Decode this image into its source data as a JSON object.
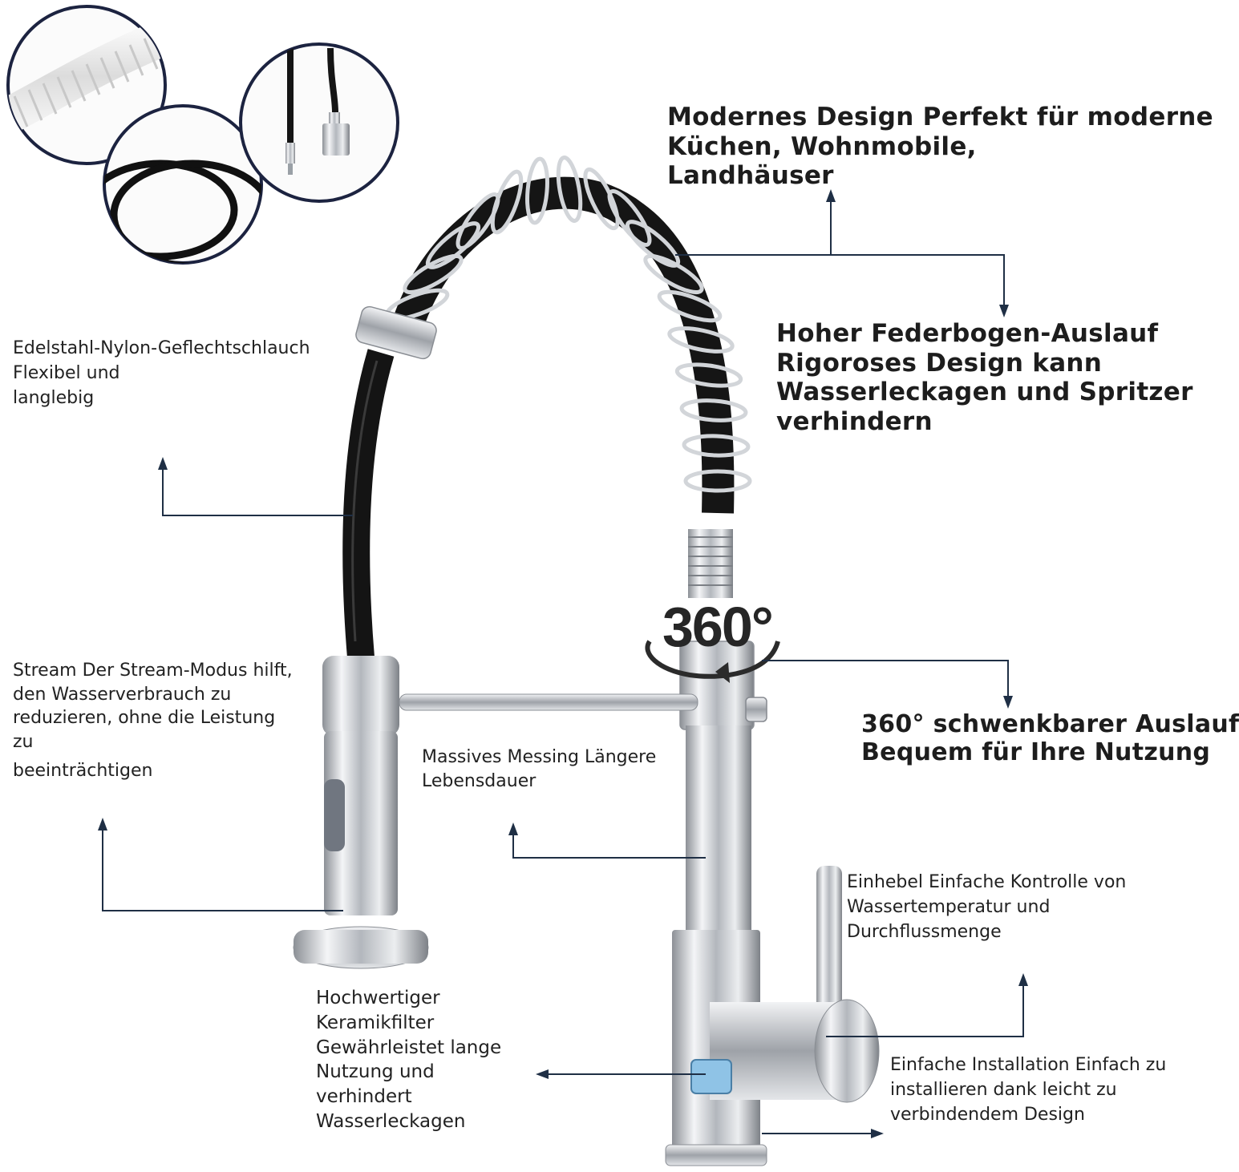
{
  "badge_360": "360°",
  "features": {
    "design": [
      "Modernes Design Perfekt für moderne",
      "Küchen, Wohnmobile,",
      "Landhäuser"
    ],
    "spout": [
      "Hoher Federbogen-Auslauf",
      "Rigoroses Design kann",
      "Wasserleckagen und Spritzer",
      "verhindern"
    ],
    "hose": [
      "Edelstahl-Nylon-Geflechtschlauch",
      "Flexibel und",
      "langlebig"
    ],
    "stream": [
      "Stream Der Stream-Modus hilft,",
      "den Wasserverbrauch zu",
      "reduzieren, ohne die Leistung",
      "zu",
      "beeinträchtigen"
    ],
    "brass": [
      "Massives Messing Längere",
      "Lebensdauer"
    ],
    "swivel": [
      "360° schwenkbarer Auslauf",
      "Bequem für Ihre Nutzung"
    ],
    "lever": [
      "Einhebel Einfache Kontrolle von",
      "Wassertemperatur und",
      "Durchflussmenge"
    ],
    "ceramic": [
      "Hochwertiger",
      "Keramikfilter",
      "Gewährleistet lange",
      "Nutzung und",
      "verhindert",
      "Wasserleckagen"
    ],
    "install": [
      "Einfache Installation Einfach zu",
      "installieren dank leicht zu",
      "verbindendem Design"
    ]
  },
  "colors": {
    "chrome": "#c9ccd0",
    "hose": "#141414",
    "line": "#1f2f45",
    "circle_border": "#1c2340"
  }
}
